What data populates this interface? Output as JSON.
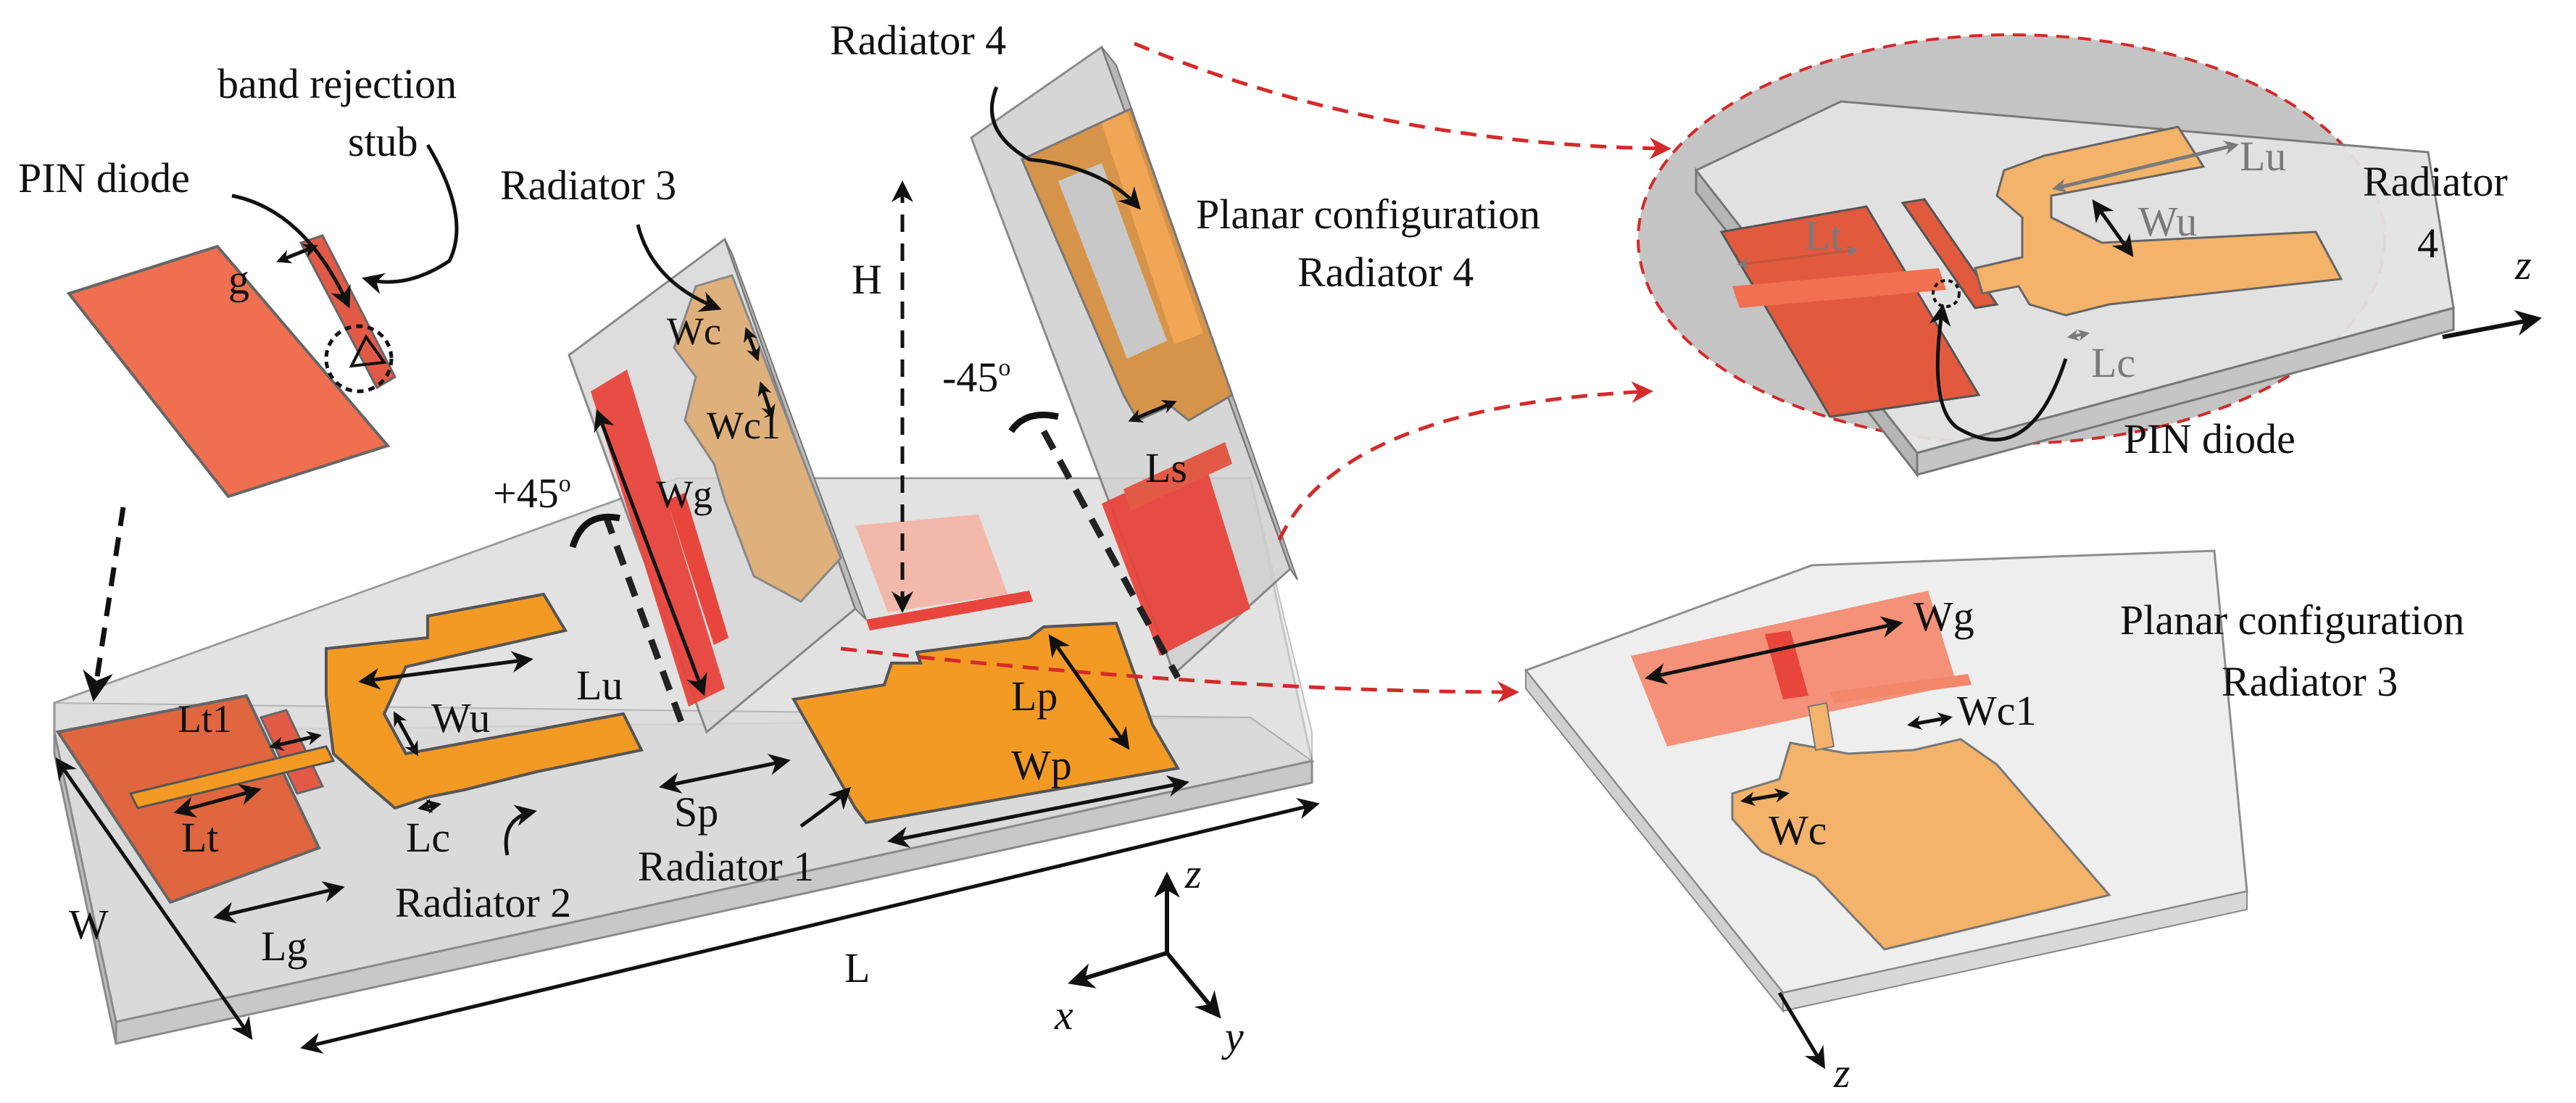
{
  "labels": {
    "band_rejection_line1": "band rejection",
    "band_rejection_line2": "stub",
    "pin_diode": "PIN diode",
    "g": "g",
    "radiator3": "Radiator 3",
    "radiator4": "Radiator 4",
    "H": "H",
    "Wc": "Wc",
    "Wc1": "Wc1",
    "Wg": "Wg",
    "plus45": "+45",
    "minus45": "-45",
    "deg": "o",
    "Ls": "Ls",
    "Lt1": "Lt1",
    "Wu": "Wu",
    "Lu": "Lu",
    "Lt": "Lt",
    "Lc": "Lc",
    "Radiator2": "Radiator 2",
    "Lg": "Lg",
    "W": "W",
    "L": "L",
    "Sp": "Sp",
    "Radiator1": "Radiator 1",
    "Lp": "Lp",
    "Wp": "Wp",
    "axis_x": "x",
    "axis_y": "y",
    "axis_z": "z",
    "planar4_line1": "Planar configuration",
    "planar4_line2": "Radiator 4",
    "inset_Lt": "Lt",
    "inset_Wu": "Wu",
    "inset_Lu": "Lu",
    "inset_Lc": "Lc",
    "inset_radiator_line1": "Radiator",
    "inset_radiator_line2": "4",
    "inset_pin": "PIN diode",
    "inset_z": "z",
    "planar3_line1": "Planar configuration",
    "planar3_line2": "Radiator 3",
    "inset3_Wg": "Wg",
    "inset3_Wc1": "Wc1",
    "inset3_Wc": "Wc",
    "inset3_z": "z"
  },
  "colors": {
    "substrate": "#d9d9d9",
    "substrate_edge": "#8c8c8c",
    "copper": "#f39a24",
    "copper_light": "#f7b56a",
    "ground": "#ee6d4f",
    "ground_light": "#f4a08a",
    "red_strip": "#e8453c",
    "dashed_red": "#d42a2a",
    "inset_bg": "#c9c9c9"
  }
}
